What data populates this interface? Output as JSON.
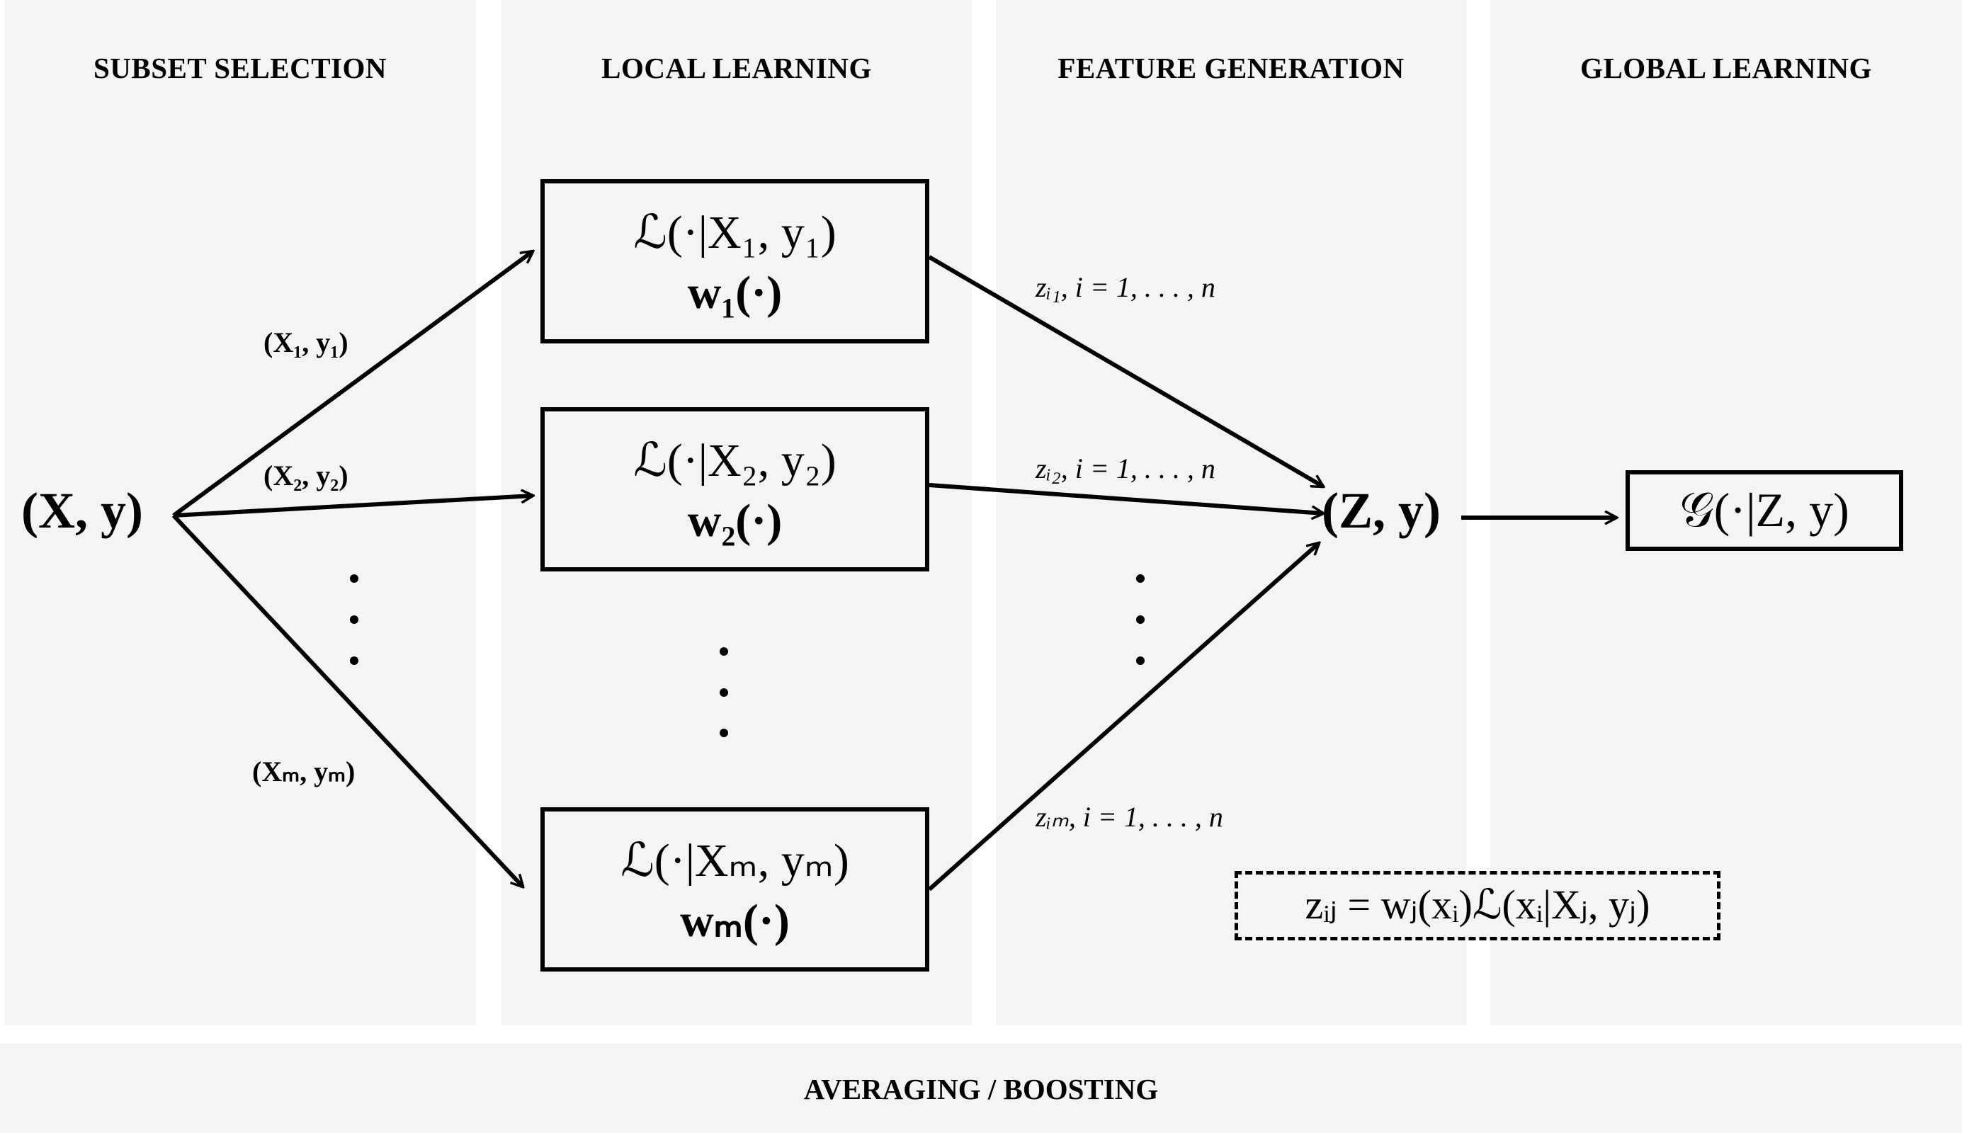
{
  "panels": {
    "subset": "SUBSET SELECTION",
    "local": "LOCAL LEARNING",
    "feature": "FEATURE GENERATION",
    "global": "GLOBAL LEARNING"
  },
  "bottom": "AVERAGING / BOOSTING",
  "input_node": "(X, y)",
  "edge_labels": {
    "e1": "(X₁, y₁)",
    "e2": "(X₂, y₂)",
    "em": "(Xₘ, yₘ)"
  },
  "learners": [
    {
      "line1": "ℒ(·|X₁, y₁)",
      "line2": "w₁(·)"
    },
    {
      "line1": "ℒ(·|X₂, y₂)",
      "line2": "w₂(·)"
    },
    {
      "line1": "ℒ(·|Xₘ, yₘ)",
      "line2": "wₘ(·)"
    }
  ],
  "feature_labels": {
    "f1": "zᵢ₁, i = 1, . . . , n",
    "f2": "zᵢ₂, i = 1, . . . , n",
    "fm": "zᵢₘ, i = 1, . . . , n"
  },
  "z_node": "(Z, y)",
  "global_model": "𝒢(·|Z, y)",
  "formula": "zᵢⱼ = wⱼ(xᵢ)ℒ(xᵢ|Xⱼ, yⱼ)"
}
